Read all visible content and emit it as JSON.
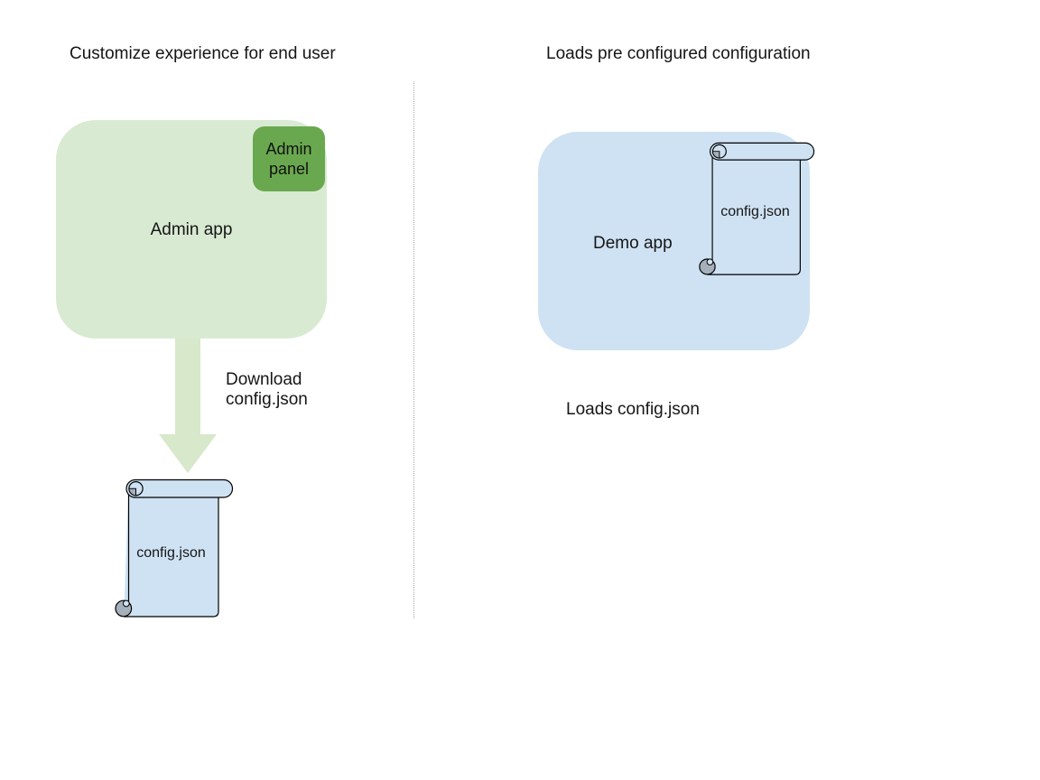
{
  "left_panel": {
    "title": "Customize experience for end user",
    "admin_app_label": "Admin app",
    "admin_panel_label": "Admin panel",
    "arrow_caption": "Download\nconfig.json",
    "config_file_label": "config.json"
  },
  "right_panel": {
    "title": "Loads pre configured configuration",
    "demo_app_label": "Demo app",
    "config_file_label": "config.json",
    "caption": "Loads config.json"
  },
  "colors": {
    "app_box_green": "#d9ead3",
    "panel_green": "#6aa84f",
    "box_blue": "#cfe2f3",
    "arrow_green": "#d8e8ca",
    "scroll_curl_gray": "#a6b0ba",
    "outline_black": "#000000",
    "divider_gray": "#a8a8a8"
  }
}
